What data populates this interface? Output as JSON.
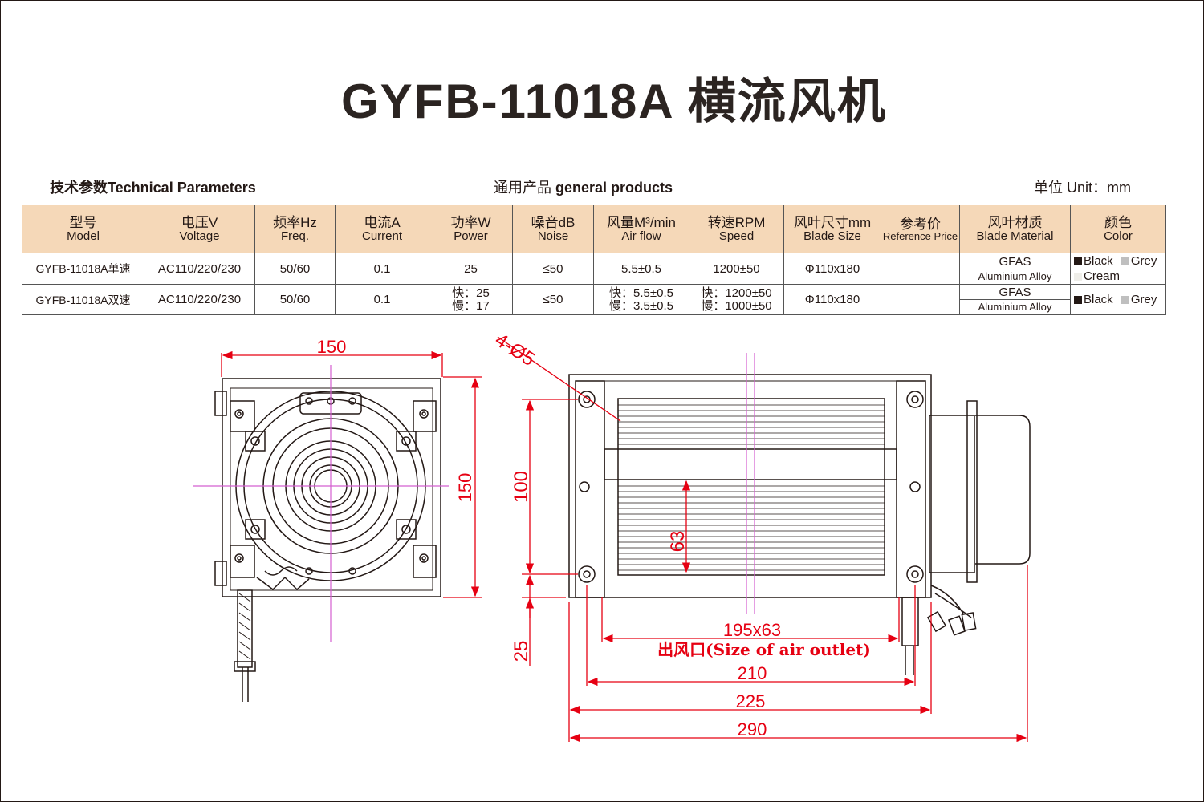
{
  "title": "GYFB-11018A 横流风机",
  "section": {
    "tech": "技术参数Technical Parameters",
    "general_cn": "通用产品",
    "general_en": "general products",
    "unit": "单位 Unit：mm"
  },
  "headers": [
    {
      "cn": "型号",
      "en": "Model"
    },
    {
      "cn": "电压V",
      "en": "Voltage"
    },
    {
      "cn": "频率Hz",
      "en": "Freq."
    },
    {
      "cn": "电流A",
      "en": "Current"
    },
    {
      "cn": "功率W",
      "en": "Power"
    },
    {
      "cn": "噪音dB",
      "en": "Noise"
    },
    {
      "cn": "风量M³/min",
      "en": "Air flow"
    },
    {
      "cn": "转速RPM",
      "en": "Speed"
    },
    {
      "cn": "风叶尺寸mm",
      "en": "Blade Size"
    },
    {
      "cn": "参考价",
      "en": "Reference Price"
    },
    {
      "cn": "风叶材质",
      "en": "Blade Material"
    },
    {
      "cn": "颜色",
      "en": "Color"
    }
  ],
  "rows": [
    {
      "model": "GYFB-11018A单速",
      "voltage": "AC110/220/230",
      "freq": "50/60",
      "current": "0.1",
      "power": "25",
      "noise": "≤50",
      "airflow": "5.5±0.5",
      "speed": "1200±50",
      "blade_size": "Φ110x180",
      "price": "",
      "material": "GFAS",
      "material_sub": "Aluminium Alloy",
      "color_line1": [
        "Black",
        "Grey"
      ],
      "color_line2": "Cream"
    },
    {
      "model": "GYFB-11018A双速",
      "voltage": "AC110/220/230",
      "freq": "50/60",
      "current": "0.1",
      "power_fast": "快：25",
      "power_slow": "慢：17",
      "noise": "≤50",
      "airflow_fast": "快：5.5±0.5",
      "airflow_slow": "慢：3.5±0.5",
      "speed_fast": "快：1200±50",
      "speed_slow": "慢：1000±50",
      "blade_size": "Φ110x180",
      "price": "",
      "material": "GFAS",
      "material_sub": "Aluminium Alloy",
      "color_line1": [
        "Black",
        "Grey"
      ]
    }
  ],
  "colors": {
    "black": "#231815",
    "grey": "#bfbfbf",
    "cream": "#efeee9",
    "header_bg": "#f5d8b8",
    "dimension": "#e60012",
    "centerline": "#d45fd0"
  },
  "dims": {
    "front_width": "150",
    "front_height": "150",
    "holes": "4-Ø5",
    "h100": "100",
    "h25": "25",
    "h63": "63",
    "outlet": "195x63",
    "outlet_label": "出风口(Size of  air outlet)",
    "w210": "210",
    "w225": "225",
    "w290": "290"
  }
}
